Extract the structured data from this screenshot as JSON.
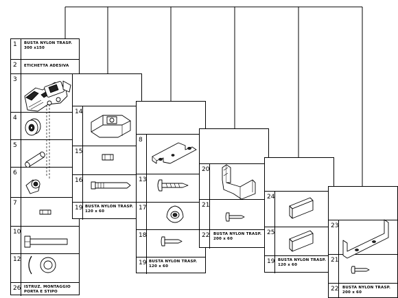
{
  "diagram": {
    "card1": {
      "rows": [
        {
          "num": "1",
          "label": "BUSTA NYLON TRASP.",
          "label2": "300 x150"
        },
        {
          "num": "2",
          "label": "ETICHETTA ADESIVA",
          "label2": ""
        },
        {
          "num": "3",
          "label": "",
          "label2": ""
        },
        {
          "num": "4",
          "label": "",
          "label2": ""
        },
        {
          "num": "5",
          "label": "",
          "label2": ""
        },
        {
          "num": "6",
          "label": "",
          "label2": ""
        },
        {
          "num": "7",
          "label": "",
          "label2": ""
        },
        {
          "num": "10",
          "label": "",
          "label2": ""
        },
        {
          "num": "12",
          "label": "",
          "label2": ""
        },
        {
          "num": "26",
          "label": "ISTRUZ. MONTAGGIO",
          "label2": "PORTA E STIPO"
        }
      ]
    },
    "card2": {
      "rows": [
        {
          "num": "",
          "label": "",
          "label2": ""
        },
        {
          "num": "14",
          "label": "",
          "label2": ""
        },
        {
          "num": "15",
          "label": "",
          "label2": ""
        },
        {
          "num": "16",
          "label": "",
          "label2": ""
        },
        {
          "num": "19",
          "label": "BUSTA NYLON TRASP.",
          "label2": "120 x 60"
        }
      ]
    },
    "card3": {
      "rows": [
        {
          "num": "",
          "label": "",
          "label2": ""
        },
        {
          "num": "8",
          "label": "",
          "label2": ""
        },
        {
          "num": "13",
          "label": "",
          "label2": ""
        },
        {
          "num": "17",
          "label": "",
          "label2": ""
        },
        {
          "num": "18",
          "label": "",
          "label2": ""
        },
        {
          "num": "19",
          "label": "BUSTA NYLON TRASP.",
          "label2": "120 x 60"
        }
      ]
    },
    "card4": {
      "rows": [
        {
          "num": "",
          "label": "",
          "label2": ""
        },
        {
          "num": "20",
          "label": "",
          "label2": ""
        },
        {
          "num": "21",
          "label": "",
          "label2": ""
        },
        {
          "num": "22",
          "label": "BUSTA NYLON TRASP.",
          "label2": "200 x 60"
        }
      ]
    },
    "card5": {
      "rows": [
        {
          "num": "",
          "label": "",
          "label2": ""
        },
        {
          "num": "24",
          "label": "",
          "label2": ""
        },
        {
          "num": "25",
          "label": "",
          "label2": ""
        },
        {
          "num": "19",
          "label": "BUSTA NYLON TRASP.",
          "label2": "120 x 60"
        }
      ]
    },
    "card6": {
      "rows": [
        {
          "num": "",
          "label": "",
          "label2": ""
        },
        {
          "num": "23",
          "label": "",
          "label2": ""
        },
        {
          "num": "21",
          "label": "",
          "label2": ""
        },
        {
          "num": "22",
          "label": "BUSTA NYLON TRASP.",
          "label2": "200 x 60"
        }
      ]
    },
    "icons": [
      "hinge-assembly-icon",
      "roller-wheel-icon",
      "dowel-pin-icon",
      "bushing-icon",
      "small-clip-icon",
      "long-bolt-icon",
      "ring-washer-icon",
      "bracket-block-icon",
      "small-block-icon",
      "threaded-rod-icon",
      "bent-plate-icon",
      "screw-icon",
      "round-cap-icon",
      "short-screw-icon",
      "angle-bracket-icon",
      "rubber-pad-icon",
      "u-channel-icon"
    ]
  }
}
